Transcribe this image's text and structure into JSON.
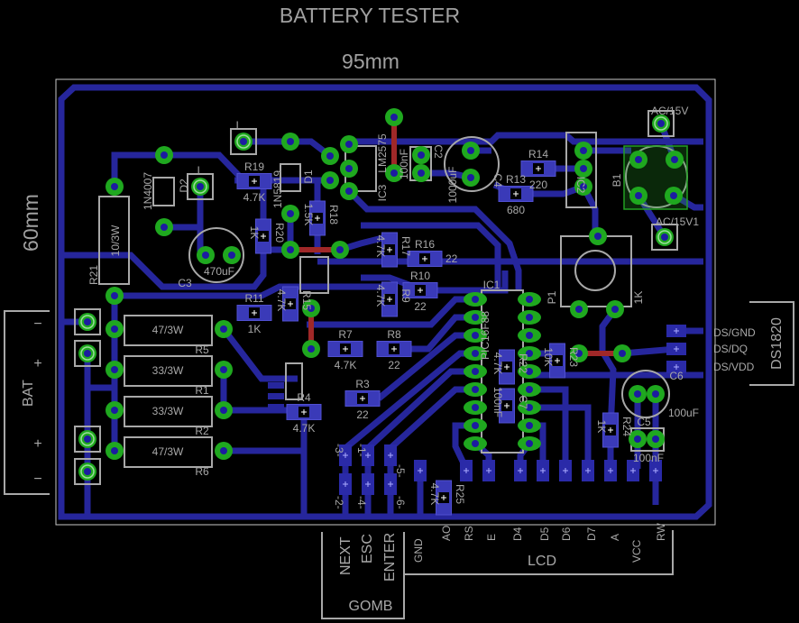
{
  "title": "BATTERY TESTER",
  "dimensions": {
    "width": "95mm",
    "height": "60mm"
  },
  "colors": {
    "background": "#000000",
    "trace": "#26269c",
    "pad": "#1fa81f",
    "silkscreen": "#a8a8a8",
    "jumper": "#a02828",
    "smd_pad": "#3a3ab8"
  },
  "connectors": {
    "bat": {
      "label": "BAT",
      "minus": "−",
      "plus": "+"
    },
    "ds1820": {
      "label": "DS1820",
      "pins": [
        "DS/GND",
        "DS/DQ",
        "DS/VDD"
      ]
    },
    "gomb": {
      "label": "GOMB",
      "pins": [
        "NEXT",
        "ESC",
        "ENTER"
      ],
      "pad_labels": [
        "-3-",
        "-1-",
        "-5-",
        "-2-",
        "-4-",
        "-6-"
      ]
    },
    "lcd": {
      "label": "LCD",
      "pins": [
        "GND",
        "AO",
        "RS",
        "E",
        "D4",
        "D5",
        "D6",
        "D7",
        "A",
        "VCC",
        "RW"
      ]
    },
    "ac": [
      "AC/15V",
      "AC/15V1"
    ]
  },
  "smd_parts": [
    {
      "ref": "R19",
      "value": "4.7K"
    },
    {
      "ref": "R20",
      "value": "1K"
    },
    {
      "ref": "R18",
      "value": "1.5K"
    },
    {
      "ref": "R17",
      "value": "4.7K"
    },
    {
      "ref": "R16",
      "value": "22"
    },
    {
      "ref": "R10",
      "value": "22"
    },
    {
      "ref": "R9",
      "value": "4.7K"
    },
    {
      "ref": "R11",
      "value": "1K"
    },
    {
      "ref": "R15",
      "value": "4.7K"
    },
    {
      "ref": "R7",
      "value": "4.7K"
    },
    {
      "ref": "R8",
      "value": "22"
    },
    {
      "ref": "R3",
      "value": "22"
    },
    {
      "ref": "R4",
      "value": "4.7K"
    },
    {
      "ref": "R14",
      "value": "220"
    },
    {
      "ref": "R13",
      "value": "680"
    },
    {
      "ref": "R22",
      "value": "4.7K"
    },
    {
      "ref": "C7",
      "value": "100nF"
    },
    {
      "ref": "R23",
      "value": "10K"
    },
    {
      "ref": "R24",
      "value": "1K"
    },
    {
      "ref": "R25",
      "value": "4.7K"
    }
  ],
  "th_parts": [
    {
      "ref": "R5",
      "value": "47/3W"
    },
    {
      "ref": "R1",
      "value": "33/3W"
    },
    {
      "ref": "R2",
      "value": "33/3W"
    },
    {
      "ref": "R6",
      "value": "47/3W"
    },
    {
      "ref": "R21",
      "value": "10/3W"
    },
    {
      "ref": "D2",
      "value": "1N4007"
    },
    {
      "ref": "D1",
      "value": "1N5819"
    },
    {
      "ref": "C3",
      "value": "470uF"
    },
    {
      "ref": "IC3",
      "value": "LM2575"
    },
    {
      "ref": "C2",
      "value": "100nF"
    },
    {
      "ref": "C4",
      "value": "1000uF"
    },
    {
      "ref": "IC2",
      "value": ""
    },
    {
      "ref": "B1",
      "value": ""
    },
    {
      "ref": "P1",
      "value": "1K"
    },
    {
      "ref": "IC1",
      "value": "PIC16F88"
    },
    {
      "ref": "C6",
      "value": "100uF"
    },
    {
      "ref": "C5",
      "value": "100nF"
    },
    {
      "ref": "L",
      "value": ""
    },
    {
      "ref": "L",
      "value": ""
    }
  ]
}
